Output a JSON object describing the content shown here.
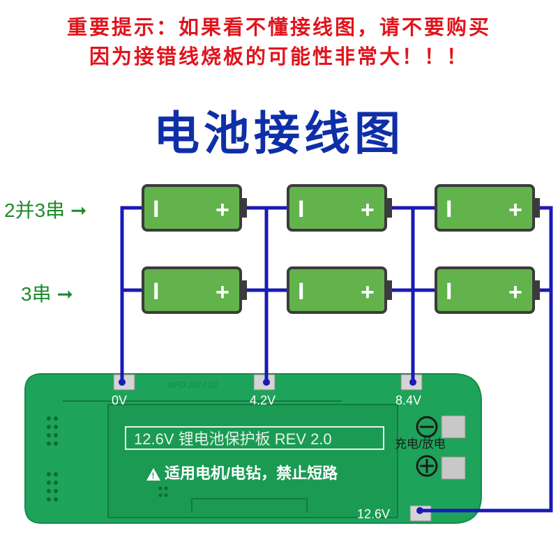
{
  "warning": {
    "line1": "重要提示：如果看不懂接线图，请不要购买",
    "line2": "因为接错线烧板的可能性非常大！！！"
  },
  "title": "电池接线图",
  "modes": {
    "parallel_label": "2并3串",
    "series_label": "3串"
  },
  "battery": {
    "neg_symbol": "I",
    "pos_symbol": "+"
  },
  "board": {
    "silk_marking": "MFD 2017.02",
    "pad_0v": "0V",
    "pad_4v2": "4.2V",
    "pad_8v4": "8.4V",
    "pad_12v6": "12.6V",
    "label_main": "12.6V 锂电池保护板 REV 2.0",
    "label_warning": "适用电机/电钻，禁止短路",
    "warning_glyph": "!",
    "charge_label": "充电/放电"
  },
  "colors": {
    "warning_text": "#e0141c",
    "title": "#0f2fa8",
    "wire": "#1a1ab4",
    "battery_fill": "#62b34c",
    "board": "#1ea35a",
    "mode_text": "#1e8a2a"
  }
}
